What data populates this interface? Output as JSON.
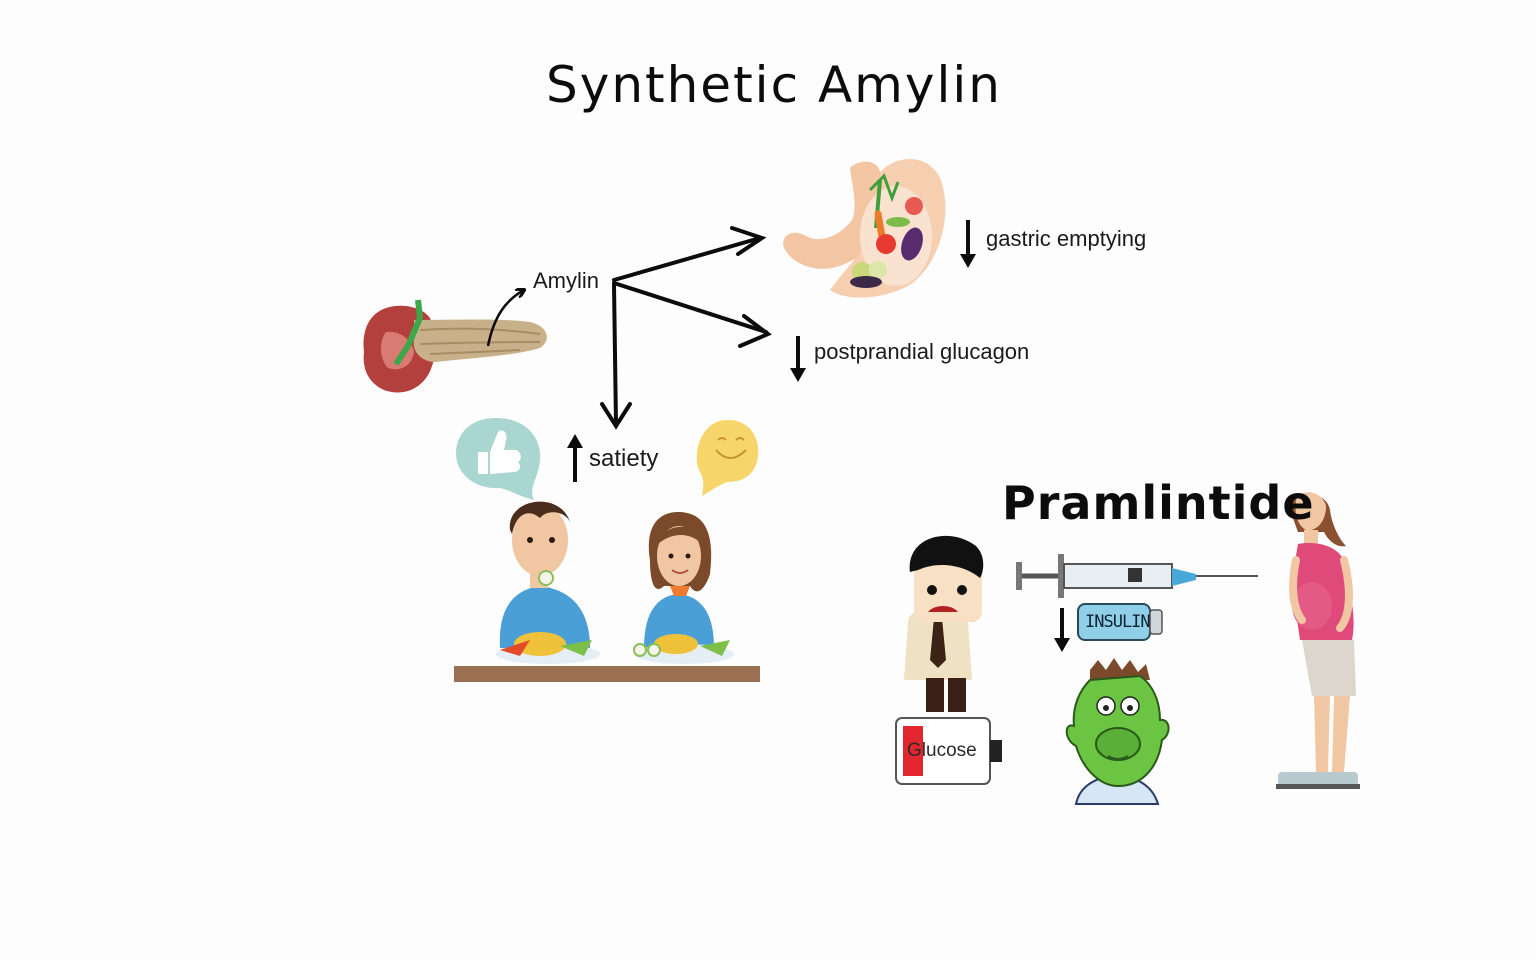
{
  "title": "Synthetic Amylin",
  "subtitle": "Pramlintide",
  "labels": {
    "amylin": "Amylin",
    "gastric_emptying": "gastric emptying",
    "postprandial_glucagon": "postprandial glucagon",
    "satiety": "satiety",
    "glucose": "Glucose",
    "insulin": "INSULIN"
  },
  "icons": {
    "pancreas": "pancreas-icon",
    "stomach": "stomach-with-vegetables-icon",
    "thumbs_up": "thumbs-up-bubble-icon",
    "smiley": "smiley-bubble-icon",
    "diners": "couple-eating-icon",
    "low_battery_man": "worried-man-on-battery-icon",
    "syringe": "syringe-icon",
    "insulin_vial": "insulin-vial-icon",
    "sick_face": "nauseous-green-face-icon",
    "woman_on_scale": "woman-on-scale-icon"
  },
  "effects": [
    {
      "label": "gastric emptying",
      "direction": "down"
    },
    {
      "label": "postprandial glucagon",
      "direction": "down"
    },
    {
      "label": "satiety",
      "direction": "up"
    }
  ],
  "colors": {
    "ink": "#0c0c0c",
    "skin": "#f1c7a3",
    "blue_shirt": "#4a9fd6",
    "teal_bubble": "#a9d6d0",
    "yellow_bubble": "#f6d56a",
    "sick_green": "#6cc443",
    "battery_red": "#e3262e",
    "table_brown": "#9a6f52"
  }
}
